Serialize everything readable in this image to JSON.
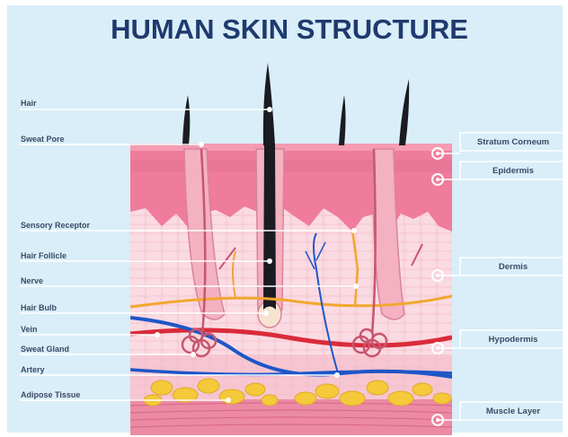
{
  "title": "HUMAN SKIN STRUCTURE",
  "left_labels": [
    "Hair",
    "Sweat Pore",
    "Sensory Receptor",
    "Hair Follicle",
    "Nerve",
    "Hair Bulb",
    "Vein",
    "Sweat Gland",
    "Artery",
    "Adipose Tissue"
  ],
  "right_labels": [
    "Stratum Corneum",
    "Epidermis",
    "Dermis",
    "Hypodermis",
    "Muscle Layer"
  ],
  "colors": {
    "background": "#d9eef8",
    "title": "#1f3a6e",
    "epidermis": "#ef7c9c",
    "dermis": "#f7c9d4",
    "muscle": "#ec8aa4",
    "artery": "#d92b3a",
    "vein": "#1e56c8",
    "nerve": "#f2a72e",
    "fat": "#f4c93a",
    "hair": "#1b1b22"
  }
}
